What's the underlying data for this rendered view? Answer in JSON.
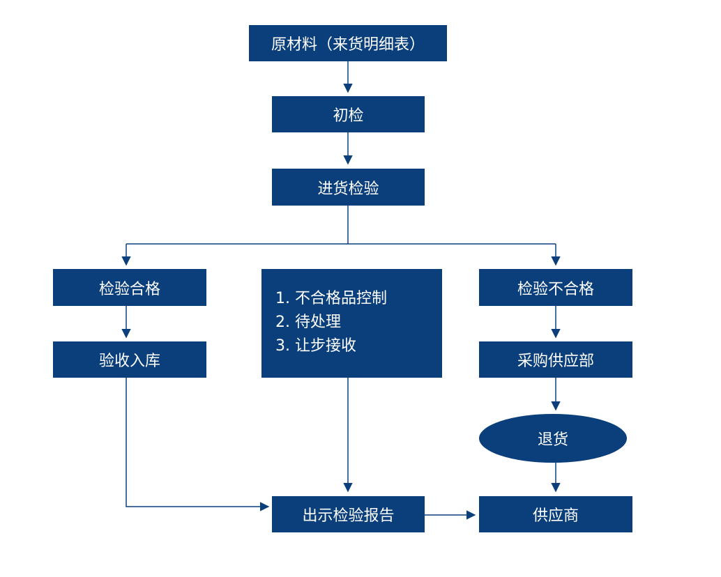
{
  "nodes": {
    "raw": "原材料（来货明细表）",
    "initial": "初检",
    "incoming": "进货检验",
    "pass": "检验合格",
    "storage": "验收入库",
    "nonconform": {
      "item1": "1. 不合格品控制",
      "item2": "2.  待处理",
      "item3": "3. 让步接收"
    },
    "fail": "检验不合格",
    "purchasing": "采购供应部",
    "return": "退货",
    "report": "出示检验报告",
    "supplier": "供应商"
  },
  "colors": {
    "box": "#0a3f7c",
    "line": "#0a3f7c",
    "text": "#ffffff"
  }
}
